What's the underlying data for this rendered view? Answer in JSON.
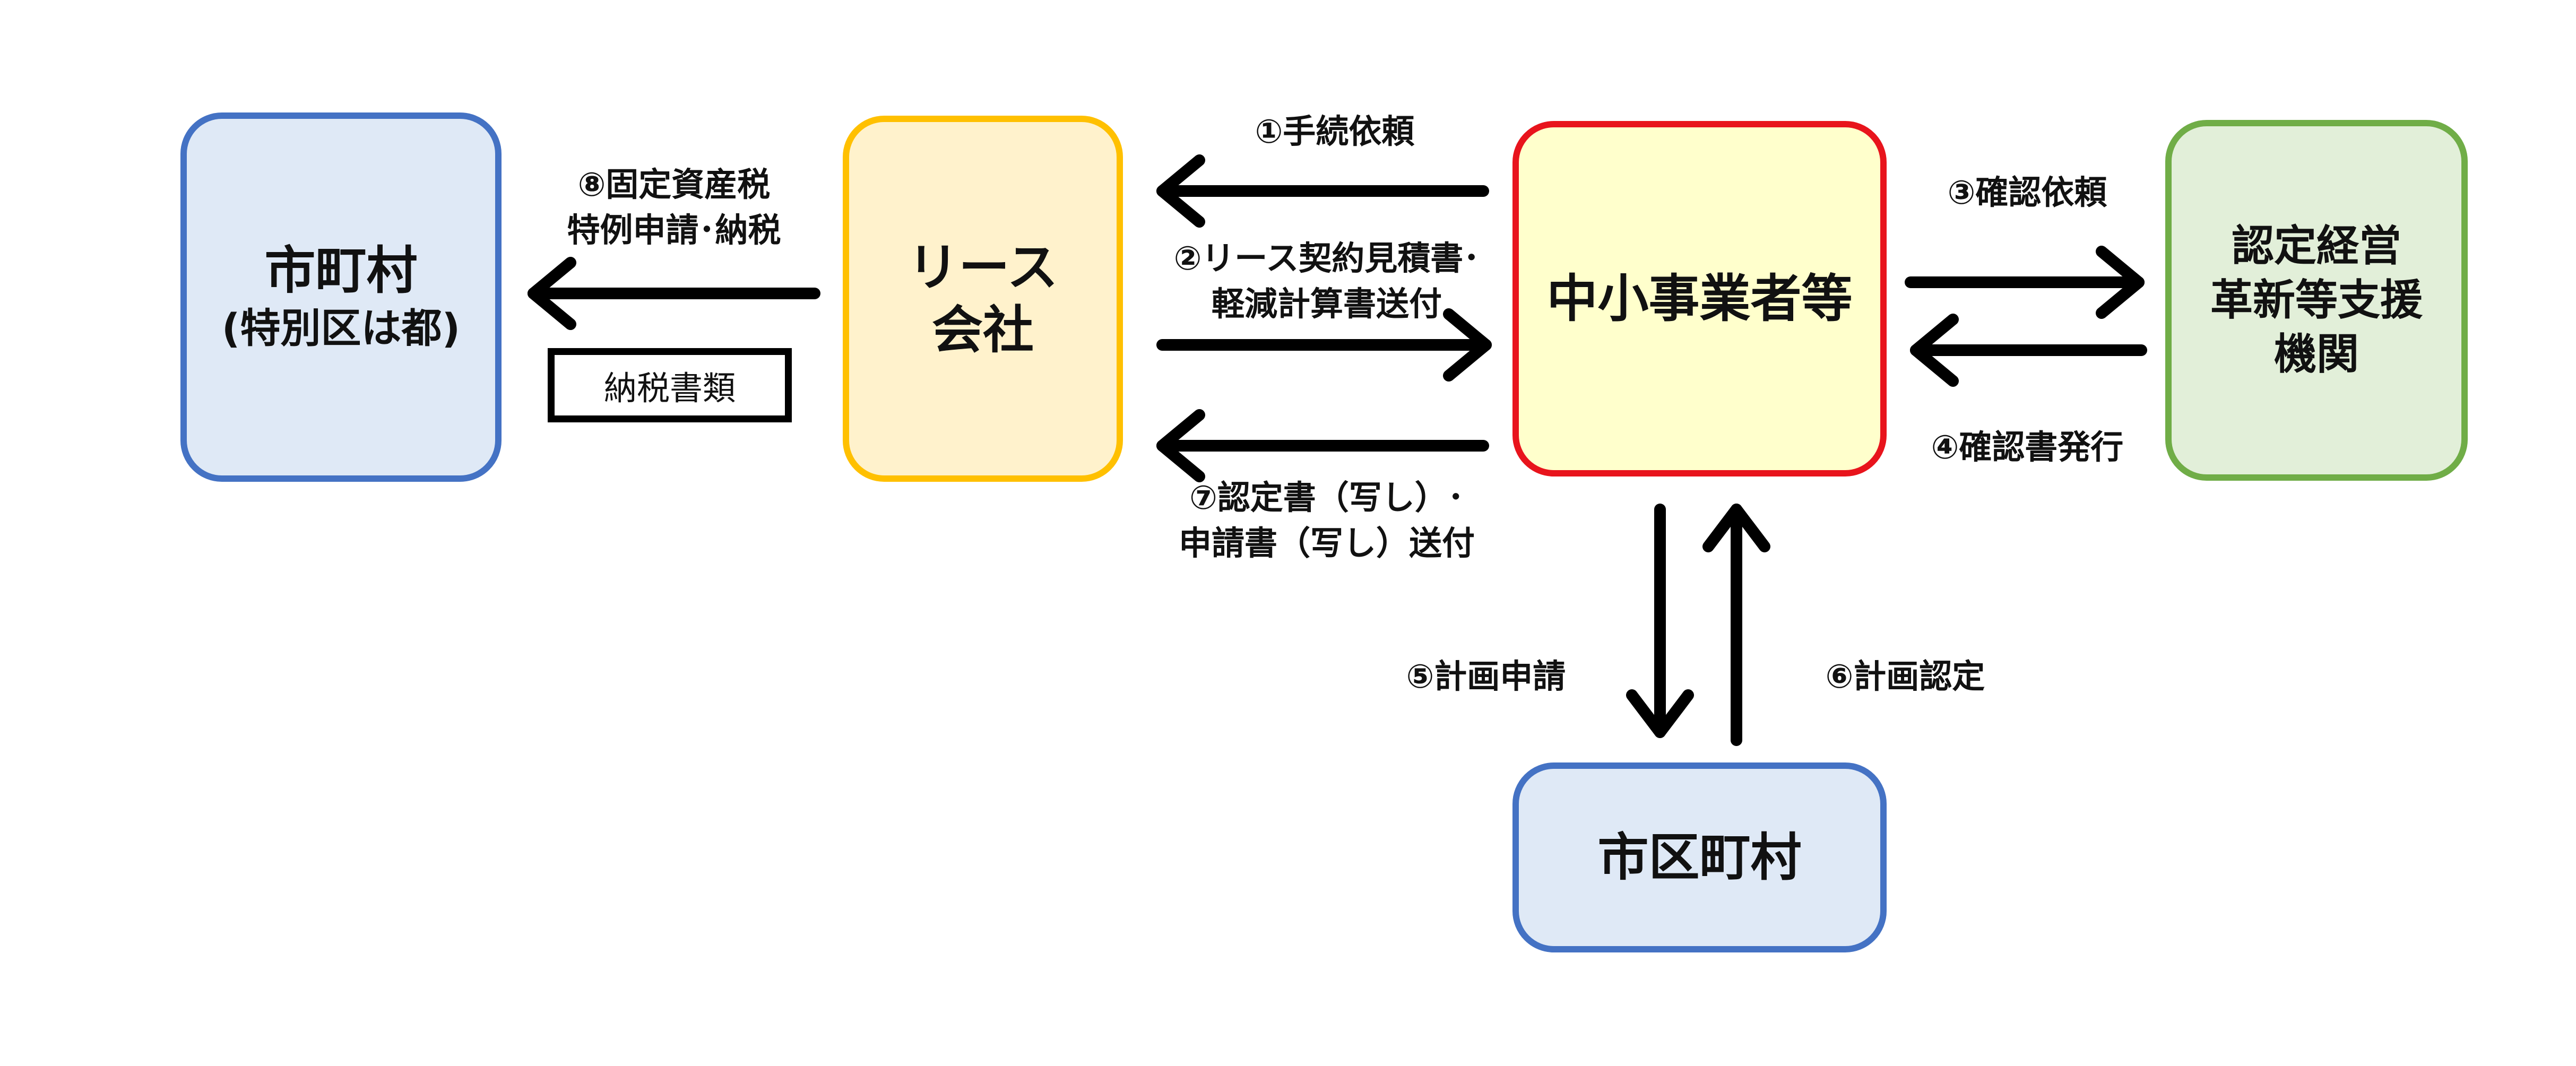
{
  "nodes": {
    "city": {
      "line1": "市町村",
      "line2": "(特別区は都)"
    },
    "lease": {
      "line1": "リース",
      "line2": "会社"
    },
    "sme": {
      "label": "中小事業者等"
    },
    "support": {
      "line1": "認定経営",
      "line2": "革新等支援",
      "line3": "機関"
    },
    "municipality": {
      "label": "市区町村"
    }
  },
  "edges": {
    "e1": {
      "label": "①手続依頼"
    },
    "e2": {
      "line1": "②リース契約見積書･",
      "line2": "軽減計算書送付"
    },
    "e3": {
      "label": "③確認依頼"
    },
    "e4": {
      "label": "④確認書発行"
    },
    "e5": {
      "label": "⑤計画申請"
    },
    "e6": {
      "label": "⑥計画認定"
    },
    "e7": {
      "line1": "⑦認定書（写し）･",
      "line2": "申請書（写し）送付"
    },
    "e8": {
      "line1": "⑧固定資産税",
      "line2": "特例申請･納税"
    }
  },
  "tax_documents": "納税書類",
  "colors": {
    "blue_border": "#4472c4",
    "blue_fill": "#dfe9f6",
    "yellow_border": "#ffc000",
    "yellow_fill": "#fff2cc",
    "red_border": "#e8141c",
    "lightyellow_fill": "#ffffcc",
    "green_border": "#70ad47",
    "green_fill": "#e2efd9"
  }
}
